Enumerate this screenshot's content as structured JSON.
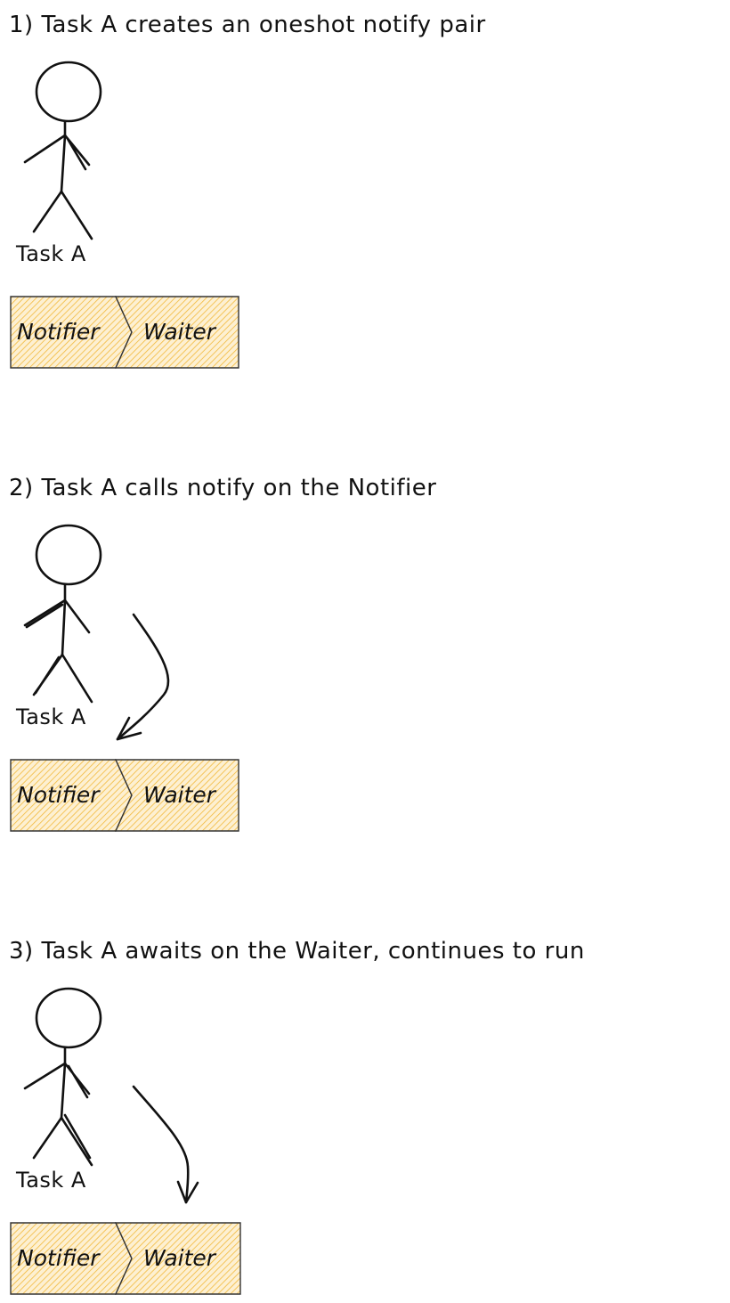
{
  "steps": [
    {
      "title": "1) Task A creates an oneshot notify pair",
      "actor": "Task A",
      "notifier": "Notifier",
      "waiter": "Waiter",
      "arrow": "none"
    },
    {
      "title": "2) Task A calls notify on the Notifier",
      "actor": "Task A",
      "notifier": "Notifier",
      "waiter": "Waiter",
      "arrow": "to-notifier"
    },
    {
      "title": "3) Task A awaits on the Waiter, continues to run",
      "actor": "Task A",
      "notifier": "Notifier",
      "waiter": "Waiter",
      "arrow": "to-waiter"
    }
  ],
  "colors": {
    "stroke": "#111111",
    "hatch": "#f2b93b",
    "box_fill": "#fdf0d2",
    "background": "#ffffff"
  }
}
